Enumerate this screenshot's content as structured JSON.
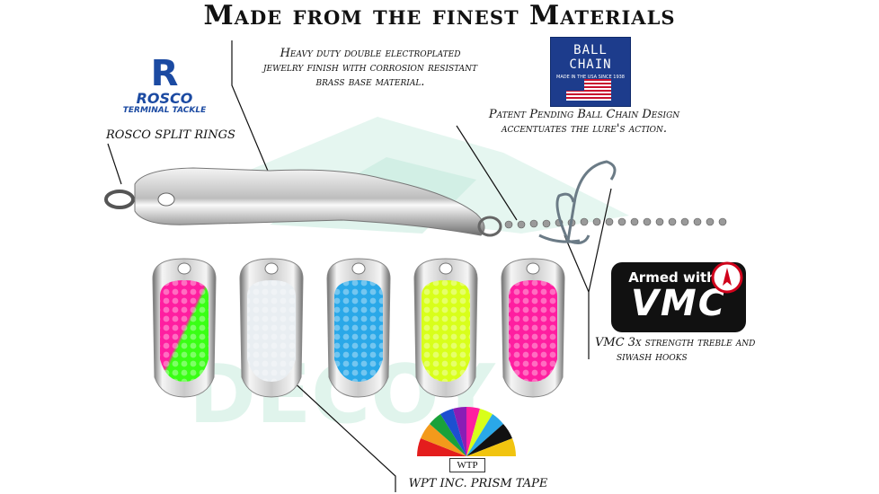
{
  "headline": "Made from the finest Materials",
  "captions": {
    "finish": [
      "Heavy duty double electroplated",
      "jewelry finish with corrosion resistant",
      "brass base material."
    ],
    "rings": "ROSCO SPLIT RINGS",
    "ball_chain": [
      "Patent Pending Ball Chain Design",
      "accentuates the lure's action."
    ],
    "hooks": [
      "VMC 3x strength treble and",
      "siwash hooks"
    ],
    "tape": "WPT INC. PRISM TAPE"
  },
  "logos": {
    "rosco": {
      "letter": "R",
      "name": "ROSCO",
      "sub": "TERMINAL TACKLE",
      "color": "#1b4aa2"
    },
    "ball_chain": {
      "title": "BALL CHAIN",
      "sub": "MADE IN THE USA SINCE 1938"
    },
    "vmc": {
      "armed": "Armed with",
      "brand": "VMC"
    },
    "wtp": {
      "label": "WTP"
    }
  },
  "spoon_colors": [
    "pink-green",
    "white",
    "blue",
    "chartreuse",
    "pink"
  ],
  "colors": {
    "pink": "#ff1ea0",
    "green": "#39ff14",
    "blue": "#2aa8e8",
    "chartreuse": "#d8ff1a",
    "white": "#e9eef2"
  }
}
